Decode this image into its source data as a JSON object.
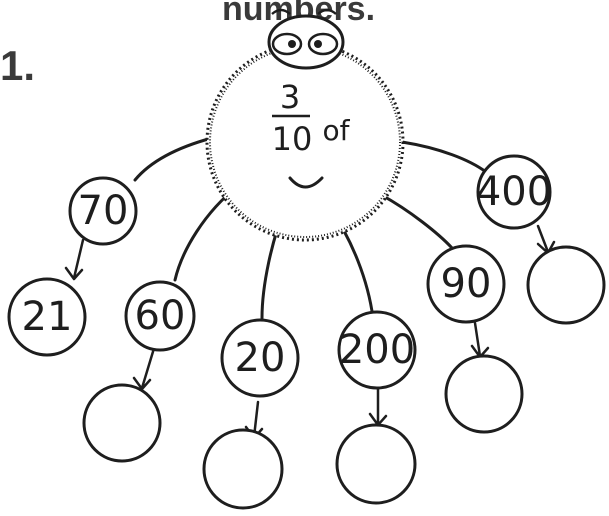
{
  "header": {
    "title_fragment": "numbers.",
    "label_fragment": "1."
  },
  "spider": {
    "fraction_numerator": "3",
    "fraction_denominator": "10",
    "fraction_suffix": "of"
  },
  "inputs": [
    "70",
    "60",
    "20",
    "200",
    "90",
    "400"
  ],
  "answers": [
    "21",
    "",
    "",
    "",
    "",
    ""
  ]
}
